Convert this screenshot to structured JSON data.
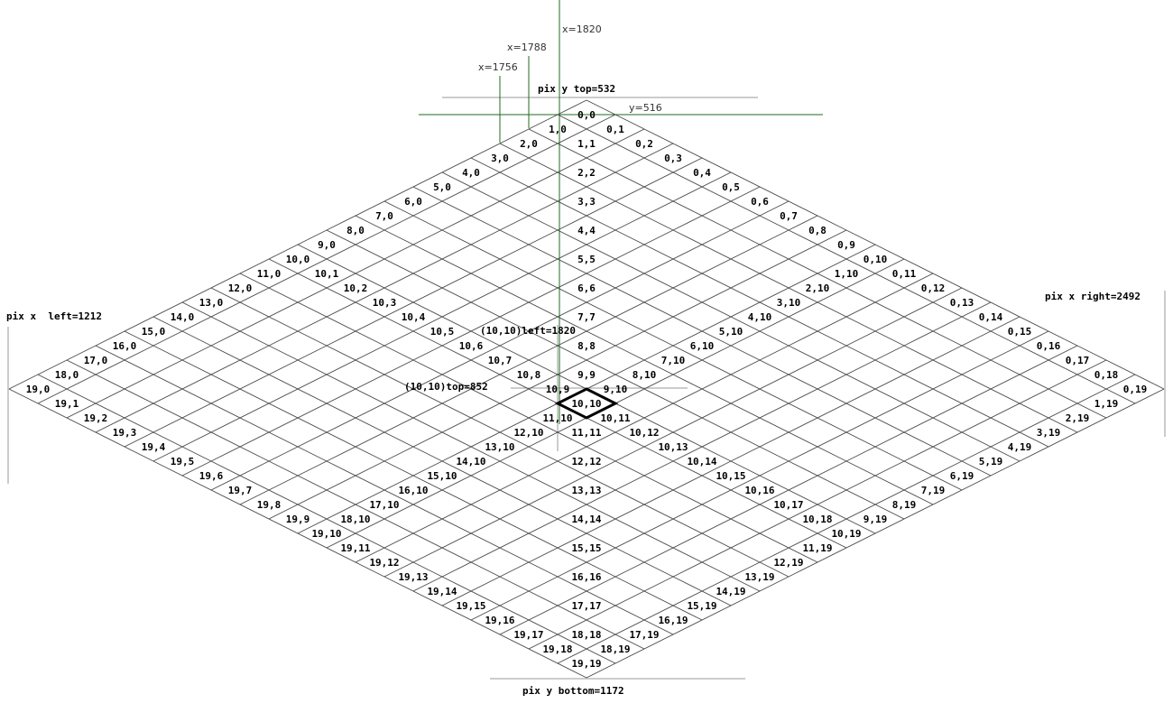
{
  "grid": {
    "rows": 20,
    "cols": 20,
    "highlighted_cell": "10,10"
  },
  "cell_labels": [
    "0,0",
    "0,1",
    "0,2",
    "0,3",
    "0,4",
    "0,5",
    "0,6",
    "0,7",
    "0,8",
    "0,9",
    "0,10",
    "0,11",
    "0,12",
    "0,13",
    "0,14",
    "0,15",
    "0,16",
    "0,17",
    "0,18",
    "0,19",
    "1,0",
    "1,1",
    "1,10",
    "1,19",
    "2,0",
    "2,2",
    "2,10",
    "2,19",
    "3,0",
    "3,3",
    "3,10",
    "3,19",
    "4,0",
    "4,4",
    "4,10",
    "4,19",
    "5,0",
    "5,5",
    "5,10",
    "5,19",
    "6,0",
    "6,6",
    "6,10",
    "6,19",
    "7,0",
    "7,7",
    "7,10",
    "7,19",
    "8,0",
    "8,8",
    "8,10",
    "8,19",
    "9,0",
    "9,9",
    "9,10",
    "9,19",
    "10,0",
    "10,1",
    "10,2",
    "10,3",
    "10,4",
    "10,5",
    "10,6",
    "10,7",
    "10,8",
    "10,9",
    "10,10",
    "10,11",
    "10,12",
    "10,13",
    "10,14",
    "10,15",
    "10,16",
    "10,17",
    "10,18",
    "10,19",
    "11,0",
    "11,10",
    "11,11",
    "11,19",
    "12,0",
    "12,10",
    "12,12",
    "12,19",
    "13,0",
    "13,10",
    "13,13",
    "13,19",
    "14,0",
    "14,10",
    "14,14",
    "14,19",
    "15,0",
    "15,10",
    "15,15",
    "15,19",
    "16,0",
    "16,10",
    "16,16",
    "16,19",
    "17,0",
    "17,10",
    "17,17",
    "17,19",
    "18,0",
    "18,10",
    "18,18",
    "18,19",
    "19,0",
    "19,1",
    "19,2",
    "19,3",
    "19,4",
    "19,5",
    "19,6",
    "19,7",
    "19,8",
    "19,9",
    "19,10",
    "19,11",
    "19,12",
    "19,13",
    "19,14",
    "19,15",
    "19,16",
    "19,17",
    "19,18",
    "19,19"
  ],
  "annotations": {
    "pix_y_top": "pix y top=532",
    "pix_y_bottom": "pix y bottom=1172",
    "pix_x_left": "pix x  left=1212",
    "pix_x_right": "pix x right=2492",
    "cell_left": "(10,10)left=1820",
    "cell_top": "(10,10)top=852",
    "x_1756": "x=1756",
    "x_1788": "x=1788",
    "x_1820": "x=1820",
    "y_516": "y=516"
  },
  "colors": {
    "grid": "#444444",
    "guide_gray": "#999999",
    "guide_green": "#1f6b1f",
    "highlight": "#000000"
  }
}
